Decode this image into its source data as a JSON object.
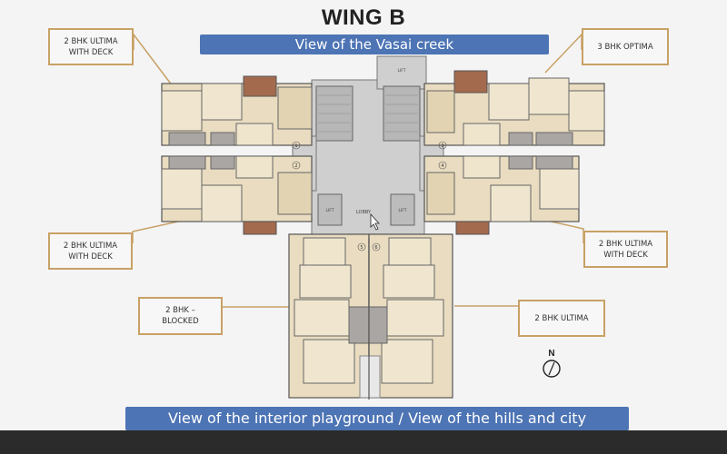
{
  "title": "WING B",
  "banner_top": "View of the Vasai creek",
  "banner_bottom": "View of the interior playground / View of the hills and city",
  "callouts": {
    "top_left": [
      "2 BHK ULTIMA",
      "WITH DECK"
    ],
    "top_right": "3 BHK OPTIMA",
    "mid_left": [
      "2 BHK ULTIMA",
      "WITH DECK"
    ],
    "mid_right": [
      "2 BHK ULTIMA",
      "WITH DECK"
    ],
    "low_left": [
      "2 BHK –",
      "BLOCKED"
    ],
    "low_right": "2 BHK ULTIMA"
  },
  "compass_label": "N",
  "plan_labels": {
    "lobby": "LOBBY",
    "lift": "LIFT",
    "unit_numbers": [
      "1",
      "2",
      "3",
      "4",
      "5",
      "6"
    ]
  },
  "colors": {
    "banner": "#4d74b4",
    "callout_border": "#c8a166",
    "floor_beige": "#e9dcc0",
    "deck_brown": "#a46a4d",
    "tile_gray": "#a9a6a3",
    "common_gray": "#c9c9c9"
  }
}
